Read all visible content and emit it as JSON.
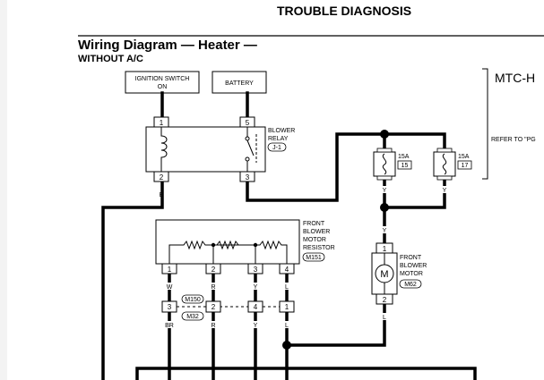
{
  "header": {
    "section": "TROUBLE DIAGNOSIS",
    "title": "Wiring Diagram — Heater —",
    "subtitle": "WITHOUT A/C",
    "side_label": "MTC-H",
    "refer": "REFER TO \"PG"
  },
  "boxes": {
    "ignition_line1": "IGNITION SWITCH",
    "ignition_line2": "ON",
    "battery": "BATTERY"
  },
  "blower_relay": {
    "line1": "BLOWER",
    "line2": "RELAY",
    "connector": "J-1",
    "pins": [
      "1",
      "5",
      "2",
      "3"
    ]
  },
  "fuses": [
    {
      "amp": "15A",
      "num": "15"
    },
    {
      "amp": "15A",
      "num": "17"
    }
  ],
  "resistor": {
    "line1": "FRONT",
    "line2": "BLOWER",
    "line3": "MOTOR",
    "line4": "RESISTOR",
    "connector": "M151",
    "pins": [
      "1",
      "2",
      "3",
      "4"
    ]
  },
  "motor": {
    "line1": "FRONT",
    "line2": "BLOWER",
    "line3": "MOTOR",
    "connector": "M62",
    "symbol": "M",
    "pins": [
      "1",
      "2"
    ]
  },
  "connectors": {
    "upper": "M150",
    "lower": "M32",
    "pins": [
      "3",
      "2",
      "4",
      "1"
    ]
  },
  "wires": {
    "relay_out": "B",
    "fuse1": "Y",
    "fuse2": "Y",
    "motor_in": "Y",
    "motor_out": "L",
    "res1": "W",
    "res2": "R",
    "res3": "Y",
    "res4": "L",
    "low1": "BR",
    "low2": "R",
    "low3": "Y",
    "low4": "L"
  }
}
